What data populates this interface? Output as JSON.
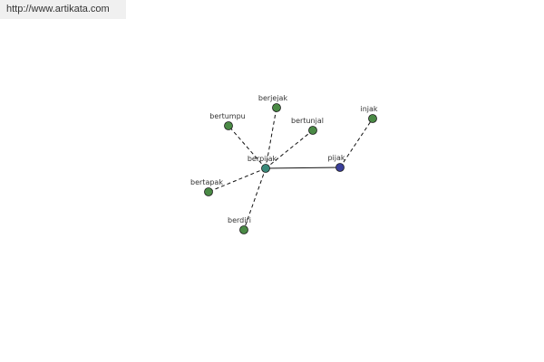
{
  "banner": {
    "url_text": "http://www.artikata.com"
  },
  "colors": {
    "background": "#ffffff",
    "banner_bg": "#f0f0f0",
    "node_green": "#4a8a45",
    "node_center": "#3a8a7a",
    "node_blue": "#3a3f9a",
    "node_stroke": "#1a1a1a",
    "edge": "#111111",
    "label": "#333333"
  },
  "diagram": {
    "nodes": [
      {
        "id": "berpijak",
        "label": "berpijak",
        "kind": "center"
      },
      {
        "id": "pijak",
        "label": "pijak",
        "kind": "root"
      },
      {
        "id": "injak",
        "label": "injak",
        "kind": "synonym"
      },
      {
        "id": "berjejak",
        "label": "berjejak",
        "kind": "synonym"
      },
      {
        "id": "bertumpu",
        "label": "bertumpu",
        "kind": "synonym"
      },
      {
        "id": "bertunjal",
        "label": "bertunjal",
        "kind": "synonym"
      },
      {
        "id": "bertapak",
        "label": "bertapak",
        "kind": "synonym"
      },
      {
        "id": "berdiri",
        "label": "berdiri",
        "kind": "synonym"
      }
    ],
    "edges": [
      {
        "from": "berpijak",
        "to": "pijak",
        "style": "solid"
      },
      {
        "from": "pijak",
        "to": "injak",
        "style": "dashed"
      },
      {
        "from": "berpijak",
        "to": "berjejak",
        "style": "dashed"
      },
      {
        "from": "berpijak",
        "to": "bertumpu",
        "style": "dashed"
      },
      {
        "from": "berpijak",
        "to": "bertunjal",
        "style": "dashed"
      },
      {
        "from": "berpijak",
        "to": "bertapak",
        "style": "dashed"
      },
      {
        "from": "berpijak",
        "to": "berdiri",
        "style": "dashed"
      }
    ]
  }
}
